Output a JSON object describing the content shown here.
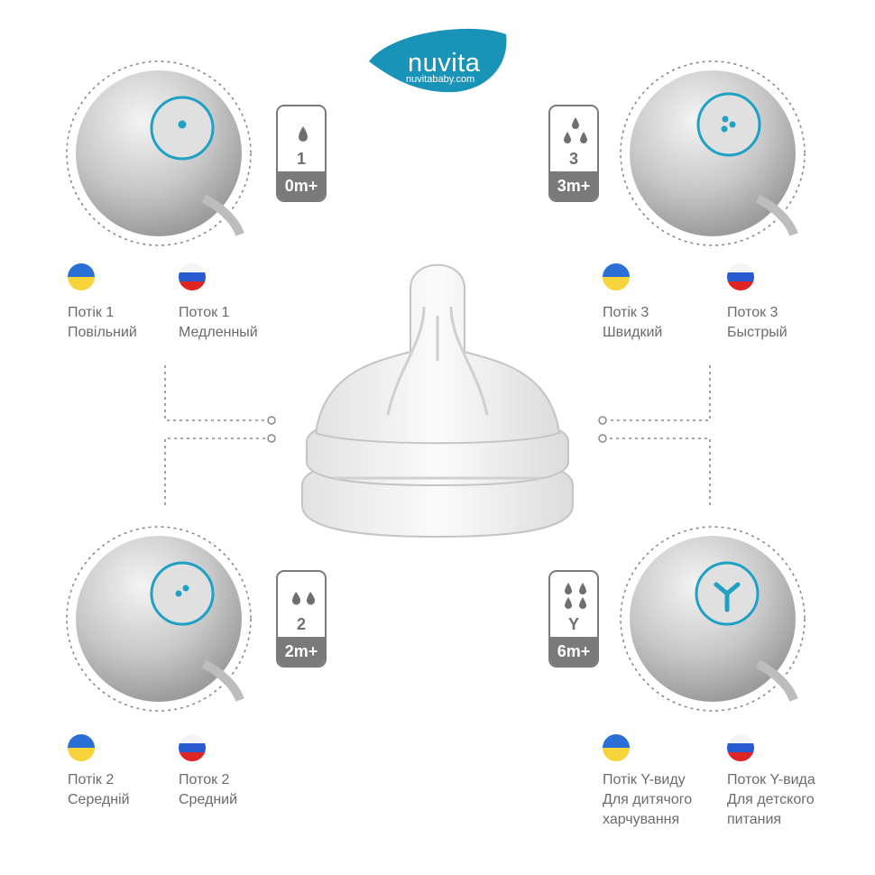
{
  "logo": {
    "brand": "nuvita",
    "site": "nuvitababy.com",
    "color": "#1a93b8"
  },
  "accent_color": "#1ea1c4",
  "badges": {
    "flow1": {
      "number": "1",
      "age": "0m+",
      "drops": 1
    },
    "flow3": {
      "number": "3",
      "age": "3m+",
      "drops": 3
    },
    "flow2": {
      "number": "2",
      "age": "2m+",
      "drops": 2
    },
    "flowY": {
      "number": "Y",
      "age": "6m+",
      "drops": 4
    }
  },
  "labels": {
    "flow1_ua": {
      "line1": "Потік 1",
      "line2": "Повільний"
    },
    "flow1_ru": {
      "line1": "Поток 1",
      "line2": "Медленный"
    },
    "flow3_ua": {
      "line1": "Потік 3",
      "line2": "Швидкий"
    },
    "flow3_ru": {
      "line1": "Поток 3",
      "line2": "Быстрый"
    },
    "flow2_ua": {
      "line1": "Потік 2",
      "line2": "Середній"
    },
    "flow2_ru": {
      "line1": "Поток 2",
      "line2": "Средний"
    },
    "flowY_ua": {
      "line1": "Потік Y-виду",
      "line2": "Для дитячого",
      "line3": "харчування"
    },
    "flowY_ru": {
      "line1": "Поток Y-вида",
      "line2": "Для детского",
      "line3": "питания"
    }
  },
  "flags": {
    "ua": "ukraine-flag-icon",
    "ru": "russia-flag-icon"
  }
}
